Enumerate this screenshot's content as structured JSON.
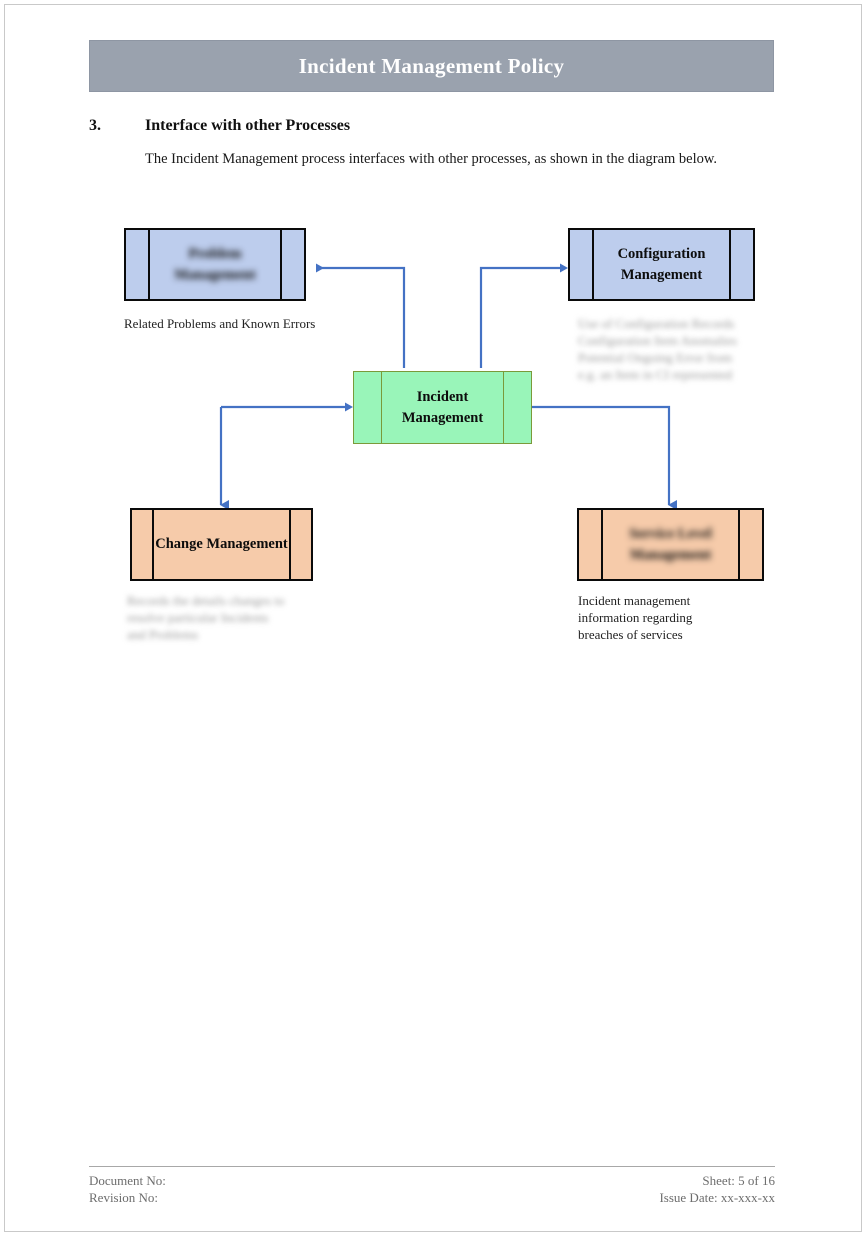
{
  "document": {
    "header_title": "Incident Management Policy"
  },
  "section": {
    "number": "3.",
    "title": "Interface with other Processes",
    "intro": "The Incident Management process interfaces with other processes, as shown in the diagram below."
  },
  "diagram": {
    "boxes": {
      "problem_management": {
        "label": "Problem Management",
        "color": "#bdcded",
        "legible": false
      },
      "configuration_management": {
        "label": "Configuration Management",
        "color": "#bdcded",
        "legible": true
      },
      "incident_management": {
        "label": "Incident Management",
        "color": "#99f5b9",
        "legible": true
      },
      "change_management": {
        "label": "Change Management",
        "color": "#f6cbaa",
        "legible": true
      },
      "service_level_management": {
        "label": "Service Level Management",
        "color": "#f6cbaa",
        "legible": false
      }
    },
    "captions": {
      "problem_management": "Related Problems and Known Errors",
      "configuration_management_line1": "Use of Configuration Records",
      "configuration_management_line2": "Configuration Item Anomalies",
      "configuration_management_line3": "Potential Ongoing Error from",
      "configuration_management_line4": "e.g. an Item in CI represented",
      "change_management_line1": "Records the details changes to",
      "change_management_line2": "resolve particular Incidents",
      "change_management_line3": "and Problems",
      "service_level_management": "Incident management information regarding breaches of services"
    },
    "arrow_color": "#4472c4"
  },
  "footer": {
    "document_no": "Document No:",
    "revision_no": "Revision No:",
    "sheet": "Sheet: 5 of 16",
    "issue_date": "Issue Date: xx-xxx-xx"
  }
}
